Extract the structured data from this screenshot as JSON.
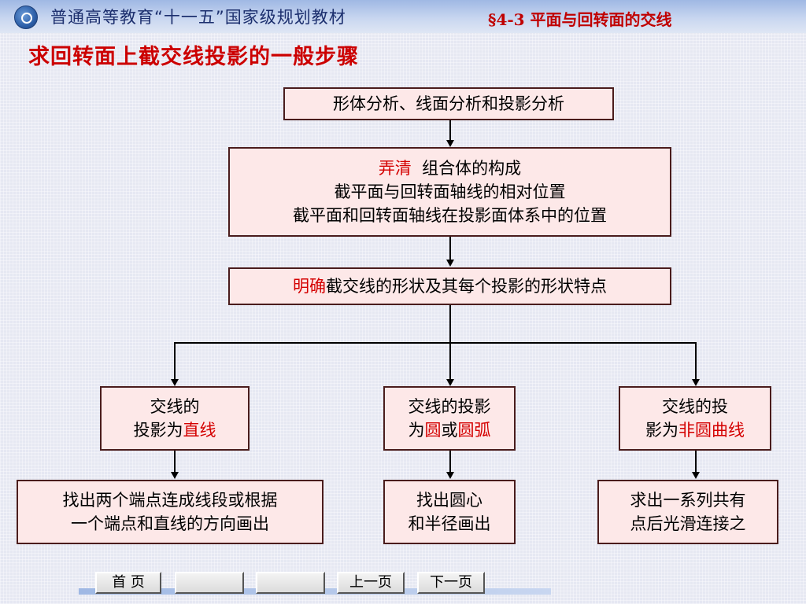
{
  "header": {
    "title": "普通高等教育“十一五”国家级规划教材",
    "section": "§4-3  平面与回转面的交线"
  },
  "heading": "求回转面上截交线投影的一般步骤",
  "diagram": {
    "step1": "形体分析、线面分析和投影分析",
    "step2": {
      "highlight": "弄清",
      "line1_rest": "  组合体的构成",
      "line2": "截平面与回转面轴线的相对位置",
      "line3": "截平面和回转面轴线在投影面体系中的位置"
    },
    "step3": {
      "highlight": "明确",
      "rest": "截交线的形状及其每个投影的形状特点"
    },
    "branches": [
      {
        "case_line1": "交线的",
        "case_line2_prefix": "投影为",
        "case_highlight": "直线",
        "method_line1": "找出两个端点连成线段或根据",
        "method_line2": "一个端点和直线的方向画出"
      },
      {
        "case_line1": "交线的投影",
        "case_line2_prefix": "为",
        "case_highlight_a": "圆",
        "case_mid": "或",
        "case_highlight_b": "圆弧",
        "method_line1": "找出圆心",
        "method_line2": "和半径画出"
      },
      {
        "case_line1": "交线的投",
        "case_line2_prefix": "影为",
        "case_highlight": "非圆曲线",
        "method_line1": "求出一系列共有",
        "method_line2": "点后光滑连接之"
      }
    ]
  },
  "nav": {
    "home": "首 页",
    "blank1": "",
    "blank2": "",
    "prev": "上一页",
    "next": "下一页"
  },
  "colors": {
    "highlight": "#d40000",
    "box_fill": "#fde8e8",
    "heading": "#cc0000"
  }
}
